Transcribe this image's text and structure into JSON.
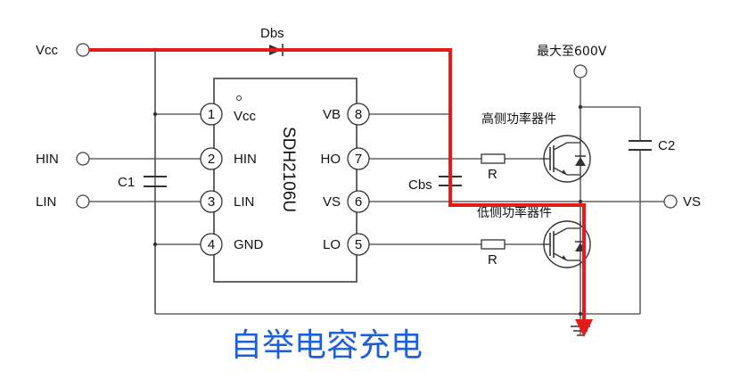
{
  "terminals": {
    "vcc": "Vcc",
    "hin": "HIN",
    "lin": "LIN",
    "vs": "VS"
  },
  "chip": {
    "name": "SDH2106U",
    "left_pins": [
      {
        "num": "1",
        "label": "Vcc"
      },
      {
        "num": "2",
        "label": "HIN"
      },
      {
        "num": "3",
        "label": "LIN"
      },
      {
        "num": "4",
        "label": "GND"
      }
    ],
    "right_pins": [
      {
        "num": "8",
        "label": "VB"
      },
      {
        "num": "7",
        "label": "HO"
      },
      {
        "num": "6",
        "label": "VS"
      },
      {
        "num": "5",
        "label": "LO"
      }
    ]
  },
  "components": {
    "dbs": "Dbs",
    "c1": "C1",
    "cbs": "Cbs",
    "c2": "C2",
    "r_high": "R",
    "r_low": "R"
  },
  "labels": {
    "supply": "最大至600V",
    "high_side": "高侧功率器件",
    "low_side": "低侧功率器件"
  },
  "caption": "自举电容充电",
  "colors": {
    "path": "#e21b1b",
    "caption": "#1f5fd6",
    "wire": "#444444"
  }
}
